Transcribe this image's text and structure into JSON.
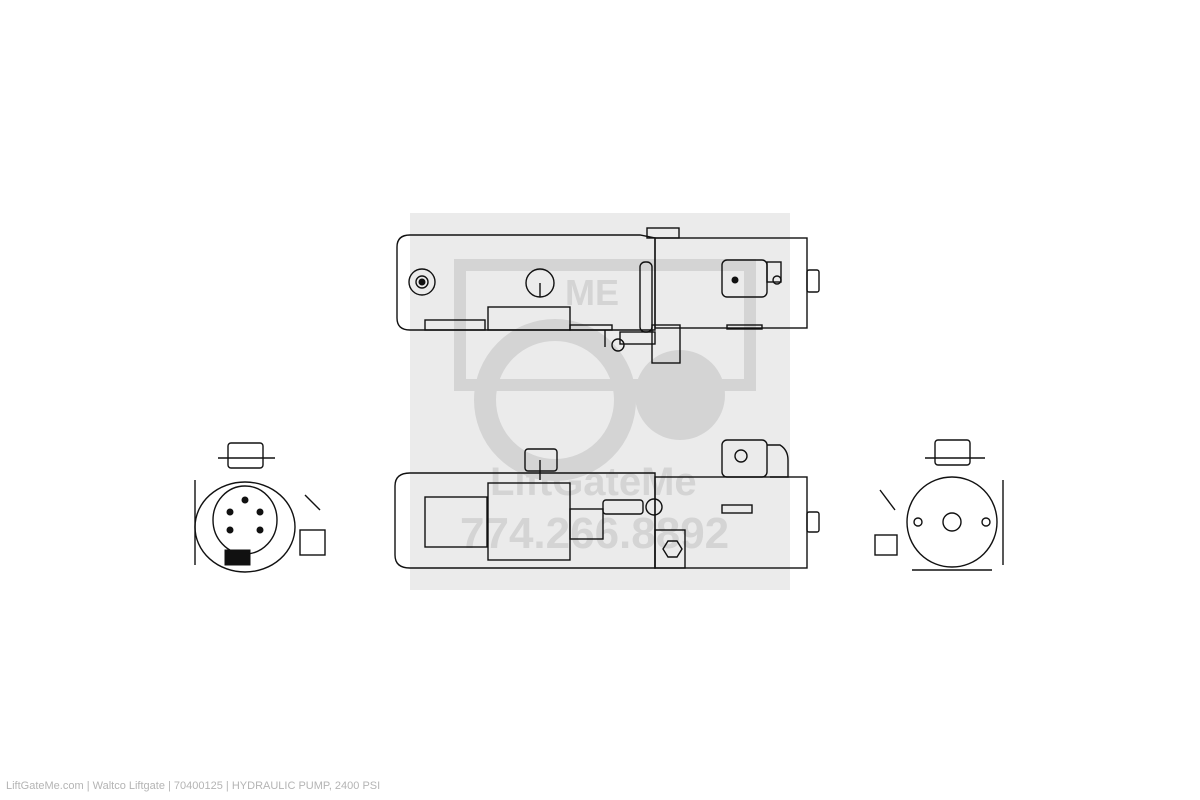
{
  "footer": {
    "caption": "LiftGateMe.com | Waltco Liftgate | 70400125 | HYDRAULIC PUMP, 2400 PSI"
  },
  "watermark": {
    "logo_text": "ME",
    "brand": "LiftGateMe",
    "phone": "774.266.8892"
  },
  "colors": {
    "line": "#111111",
    "watermark": "#d4d4d4",
    "watermark_bg": "#ebebeb",
    "footer_text": "#b4b4b4"
  }
}
